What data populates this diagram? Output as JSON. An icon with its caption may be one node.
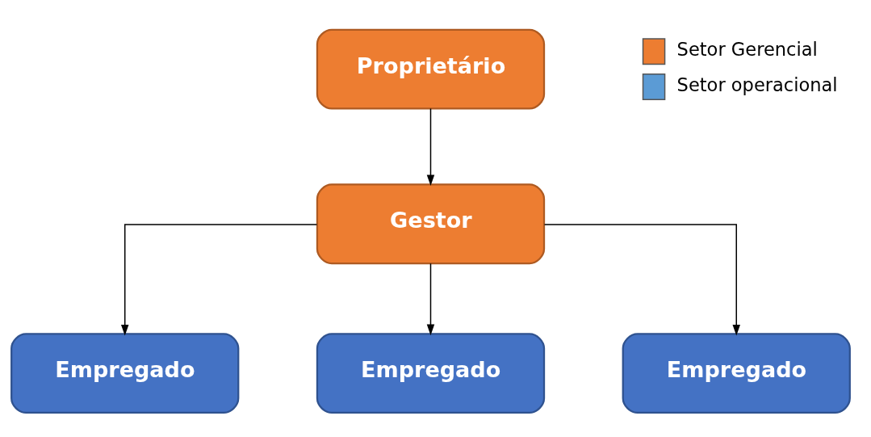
{
  "diagram": {
    "nodes": [
      {
        "text": [
          "Proprietário"
        ]
      },
      {
        "text": [
          "Gestor"
        ]
      },
      {
        "text": [
          "Empregado"
        ]
      },
      {
        "text": [
          "Empregado"
        ]
      },
      {
        "text": [
          "Empregado"
        ]
      }
    ],
    "edges": [
      {
        "from": 0,
        "to": 1,
        "arrow": "to"
      },
      {
        "from": 1,
        "to": 2,
        "arrow": "to"
      },
      {
        "from": 1,
        "to": 3,
        "arrow": "to"
      },
      {
        "from": 1,
        "to": 4,
        "arrow": "to"
      }
    ],
    "legend": [
      {
        "text": "Setor Gerencial",
        "color": "#ed7d31"
      },
      {
        "text": "Setor operacional",
        "color": "#5b9bd5"
      }
    ]
  }
}
